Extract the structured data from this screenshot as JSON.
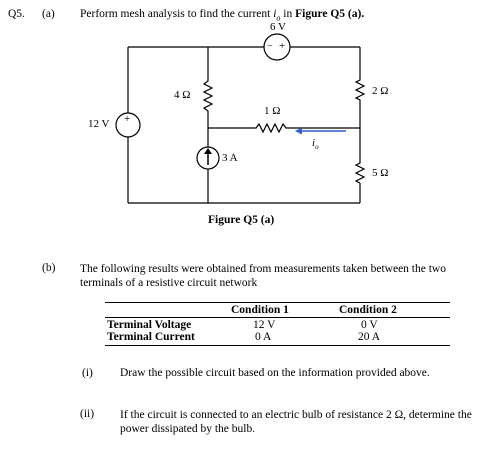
{
  "question": {
    "number": "Q5.",
    "part_a": {
      "label": "(a)",
      "prompt_prefix": "Perform mesh analysis to find the current",
      "prompt_var": "i",
      "prompt_var_sub": "o",
      "prompt_mid": "in",
      "prompt_ref": "Figure Q5 (a).",
      "figure": {
        "caption": "Figure Q5 (a)",
        "v_source_top": "6 V",
        "v_source_top_plus": "+",
        "v_source_top_minus": "−",
        "v_source_left": "12 V",
        "v_source_left_plus": "+",
        "r1": "4 Ω",
        "r2": "1 Ω",
        "r3": "2 Ω",
        "r4": "5 Ω",
        "i_source": "3 A",
        "current_var": "i",
        "current_sub": "o"
      }
    },
    "part_b": {
      "label": "(b)",
      "prompt": "The following results were obtained from measurements taken between the two terminals of a resistive circuit network",
      "table": {
        "headers": [
          "",
          "Condition 1",
          "Condition 2"
        ],
        "rows": [
          [
            "Terminal Voltage",
            "12 V",
            "0 V"
          ],
          [
            "Terminal Current",
            "0 A",
            "20 A"
          ]
        ]
      },
      "sub_i_label": "(i)",
      "sub_i_text": "Draw the possible circuit based on the information provided above.",
      "sub_ii_label": "(ii)",
      "sub_ii_text": "If the circuit is connected to an electric bulb of resistance 2 Ω, determine the power dissipated by the bulb."
    }
  }
}
